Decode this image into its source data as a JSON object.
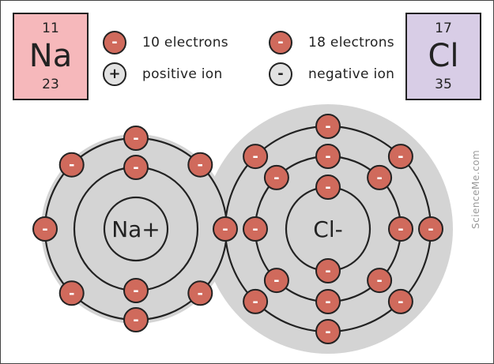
{
  "colors": {
    "na_tile": "#f6b8bb",
    "cl_tile": "#d8cde6",
    "electron": "#d06a5c",
    "ion_body": "#d4d4d4",
    "positive_chip": "#e2e2e2",
    "negative_chip": "#e2e2e2",
    "outline": "#222222",
    "background": "#ffffff"
  },
  "elements": {
    "na": {
      "atomic_number": "11",
      "symbol": "Na",
      "mass": "23"
    },
    "cl": {
      "atomic_number": "17",
      "symbol": "Cl",
      "mass": "35"
    }
  },
  "legend": {
    "electrons_na": {
      "chip": "-",
      "label": "10 electrons"
    },
    "electrons_cl": {
      "chip": "-",
      "label": "18 electrons"
    },
    "positive": {
      "chip": "+",
      "label": "positive ion"
    },
    "negative": {
      "chip": "-",
      "label": "negative ion"
    }
  },
  "ions": {
    "sodium": {
      "label": "Na+",
      "shell_electrons": [
        2,
        8
      ],
      "icon": "sodium-ion-icon"
    },
    "chlorine": {
      "label": "Cl-",
      "shell_electrons": [
        2,
        8,
        8
      ],
      "icon": "chloride-ion-icon"
    }
  },
  "electron_symbol": "-",
  "credit": "ScienceMe.com"
}
